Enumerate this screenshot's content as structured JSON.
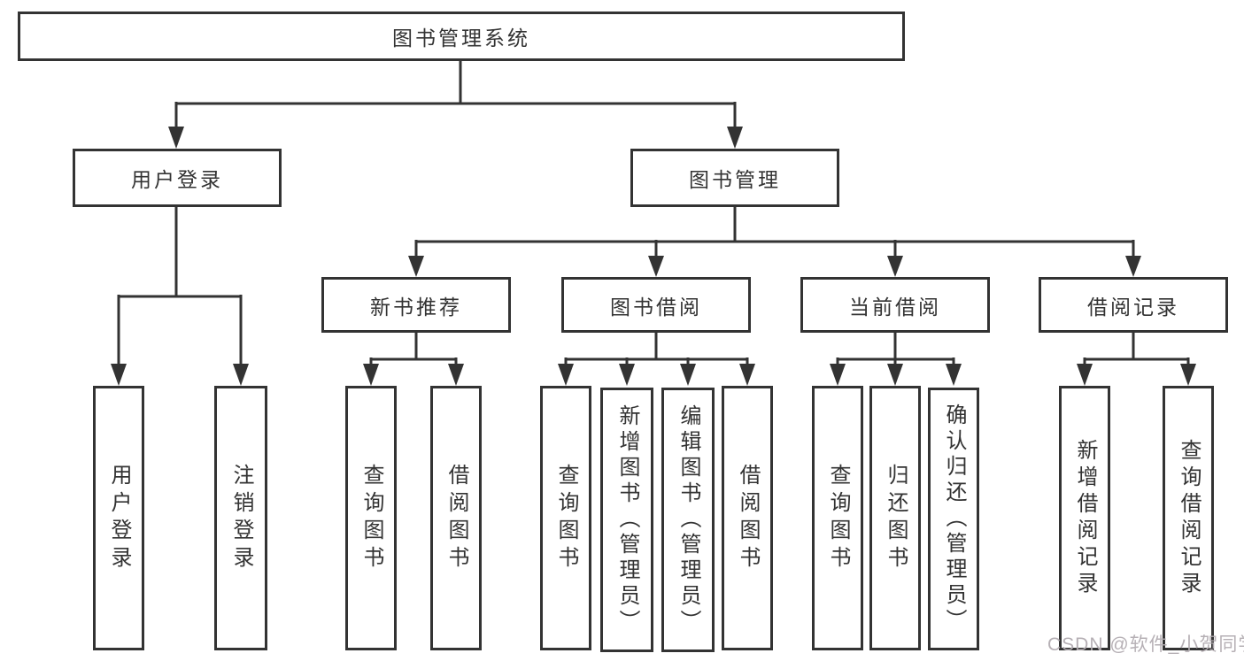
{
  "nodes": {
    "root": "图书管理系统",
    "user_login": "用户登录",
    "book_mgmt": "图书管理",
    "new_book_rec": "新书推荐",
    "book_borrow": "图书借阅",
    "current_borrow": "当前借阅",
    "borrow_records": "借阅记录",
    "leaf_login": "用户登录",
    "leaf_logout": "注销登录",
    "leaf_rec_query_book": "查询图书",
    "leaf_rec_borrow_book": "借阅图书",
    "leaf_bb_query_book": "查询图书",
    "leaf_bb_add_book": "新增图书（管理员）",
    "leaf_bb_edit_book": "编辑图书（管理员）",
    "leaf_bb_borrow_book": "借阅图书",
    "leaf_cb_query_book": "查询图书",
    "leaf_cb_return_book": "归还图书",
    "leaf_cb_confirm_return": "确认归还（管理员）",
    "leaf_br_add_record": "新增借阅记录",
    "leaf_br_query_record": "查询借阅记录"
  },
  "watermark": {
    "text": "CSDN @软件_小贺同学"
  },
  "colors": {
    "line": "#333333",
    "box_border": "#333333",
    "box_background": "#ffffff",
    "text": "#333333",
    "watermark": "#b2acb1",
    "background": "#ffffff"
  }
}
